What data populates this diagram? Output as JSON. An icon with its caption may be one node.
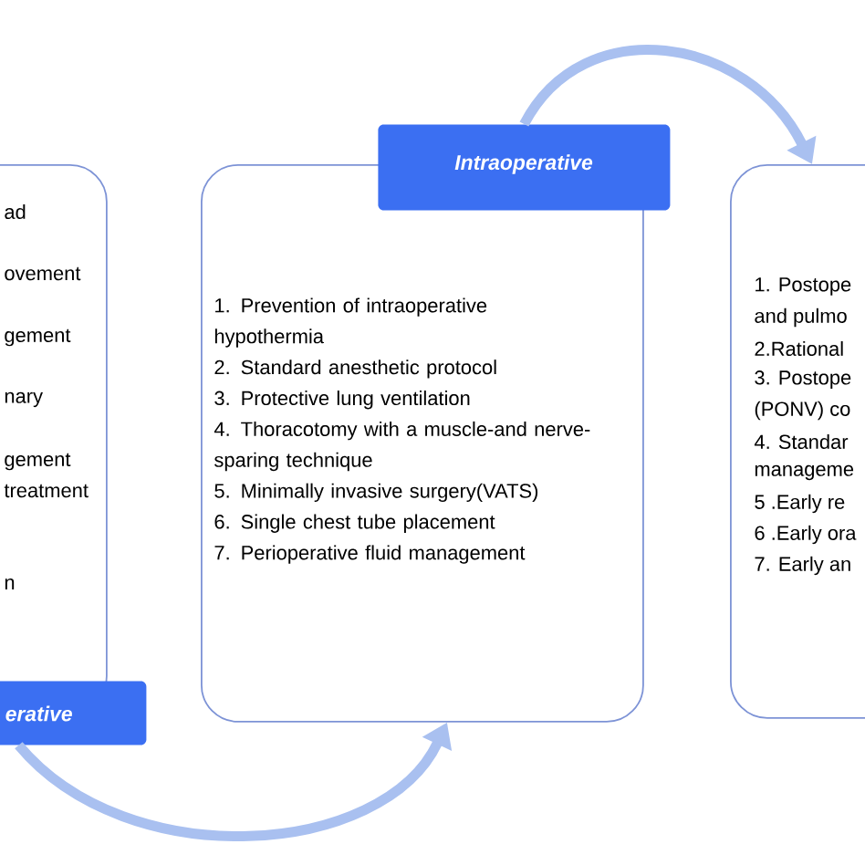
{
  "diagram": {
    "nodes": [
      {
        "text": [
          "ad",
          "ovement",
          "gement",
          "nary",
          "gement",
          "treatment",
          "n"
        ]
      },
      {
        "text": [
          "erative"
        ]
      },
      {
        "text": [
          "1. Prevention of intraoperative hypothermia",
          "2. Standard anesthetic protocol",
          "3. Protective lung ventilation",
          "4. Thoracotomy with a muscle-and nerve-sparing technique",
          "5. Minimally invasive surgery(VATS)",
          "6. Single chest tube placement",
          "7. Perioperative fluid management"
        ]
      },
      {
        "text": [
          "Intraoperative"
        ]
      },
      {
        "text": [
          "1. Postope",
          "and pulmo",
          "2.Rational",
          "3. Postope",
          "(PONV) co",
          "4. Standar",
          "manageme",
          "5 .Early re",
          "6 .Early ora",
          "7. Early an"
        ]
      }
    ],
    "edges": [
      {
        "from": 1,
        "to": 2,
        "arrow": "to"
      },
      {
        "from": 3,
        "to": 4,
        "arrow": "to"
      }
    ]
  }
}
